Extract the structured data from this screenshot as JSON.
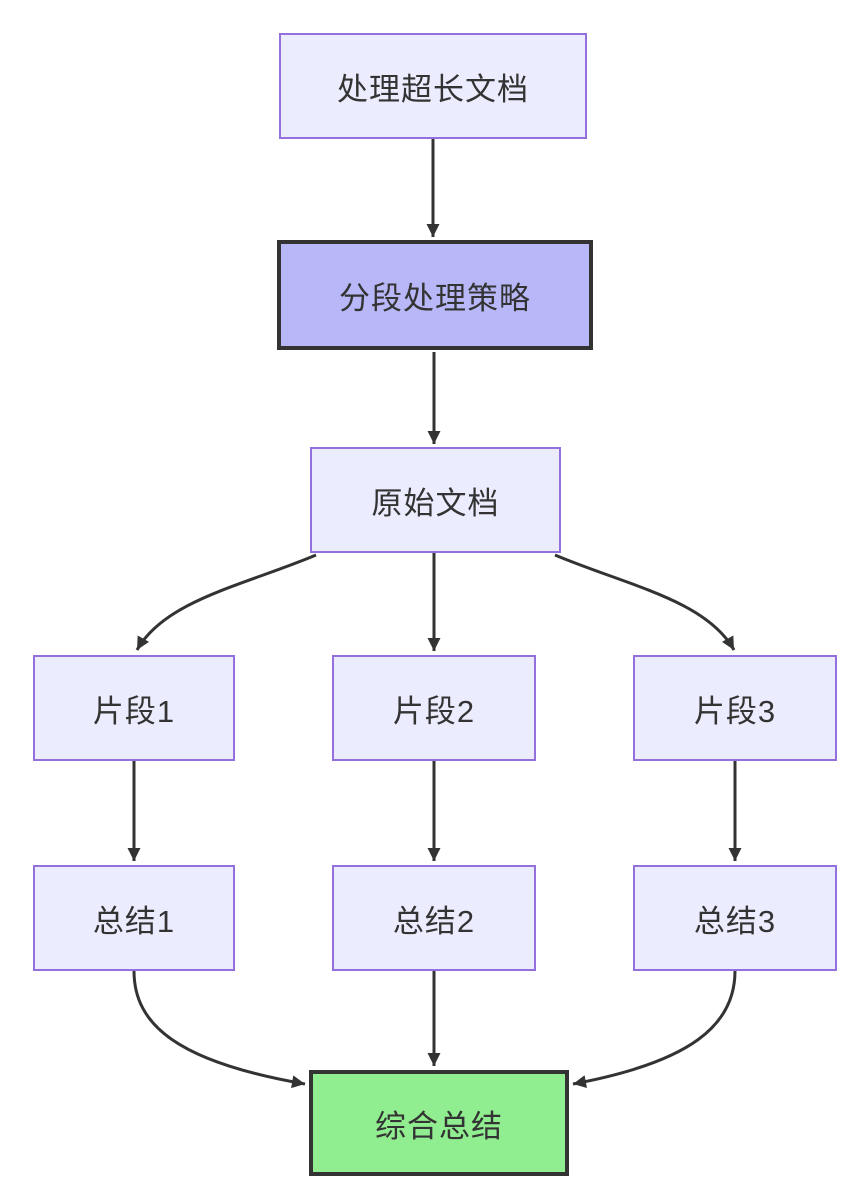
{
  "diagram": {
    "type": "flowchart",
    "direction": "top-down",
    "nodes": {
      "a": {
        "id": "A",
        "label": "处理超长文档",
        "fill": "#ECECFF",
        "border": "#9370DB"
      },
      "b": {
        "id": "B",
        "label": "分段处理策略",
        "fill": "#B8B8F8",
        "border": "#333333",
        "emphasis": true
      },
      "c": {
        "id": "C",
        "label": "原始文档",
        "fill": "#ECECFF",
        "border": "#9370DB"
      },
      "d1": {
        "id": "D1",
        "label": "片段1",
        "fill": "#ECECFF",
        "border": "#9370DB"
      },
      "d2": {
        "id": "D2",
        "label": "片段2",
        "fill": "#ECECFF",
        "border": "#9370DB"
      },
      "d3": {
        "id": "D3",
        "label": "片段3",
        "fill": "#ECECFF",
        "border": "#9370DB"
      },
      "e1": {
        "id": "E1",
        "label": "总结1",
        "fill": "#ECECFF",
        "border": "#9370DB"
      },
      "e2": {
        "id": "E2",
        "label": "总结2",
        "fill": "#ECECFF",
        "border": "#9370DB"
      },
      "e3": {
        "id": "E3",
        "label": "总结3",
        "fill": "#ECECFF",
        "border": "#9370DB"
      },
      "f": {
        "id": "F",
        "label": "综合总结",
        "fill": "#90EE90",
        "border": "#333333",
        "emphasis": true
      }
    },
    "edges": [
      {
        "from": "A",
        "to": "B"
      },
      {
        "from": "B",
        "to": "C"
      },
      {
        "from": "C",
        "to": "D1"
      },
      {
        "from": "C",
        "to": "D2"
      },
      {
        "from": "C",
        "to": "D3"
      },
      {
        "from": "D1",
        "to": "E1"
      },
      {
        "from": "D2",
        "to": "E2"
      },
      {
        "from": "D3",
        "to": "E3"
      },
      {
        "from": "E1",
        "to": "F"
      },
      {
        "from": "E2",
        "to": "F"
      },
      {
        "from": "E3",
        "to": "F"
      }
    ],
    "colors": {
      "edge_stroke": "#333333",
      "text": "#333333",
      "default_fill": "#ECECFF",
      "default_border": "#9370DB",
      "strategy_fill": "#B8B8F8",
      "final_fill": "#90EE90",
      "emphasis_border": "#333333",
      "background": "#FFFFFF"
    }
  }
}
